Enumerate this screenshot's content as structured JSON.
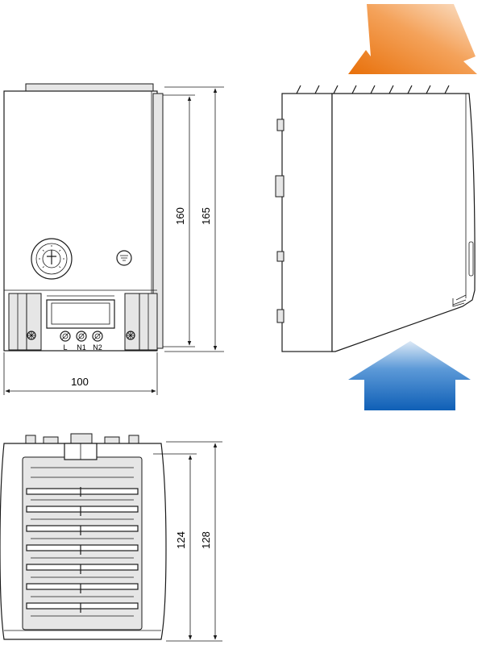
{
  "dimensions": {
    "front_width": "100",
    "front_inner_height": "160",
    "front_outer_height": "165",
    "bottom_inner_height": "124",
    "bottom_outer_height": "128"
  },
  "terminals": [
    "L",
    "N1",
    "N2"
  ],
  "arrows": {
    "outflow_color": "#ee7d14",
    "inflow_color": "#1f6fc0"
  }
}
